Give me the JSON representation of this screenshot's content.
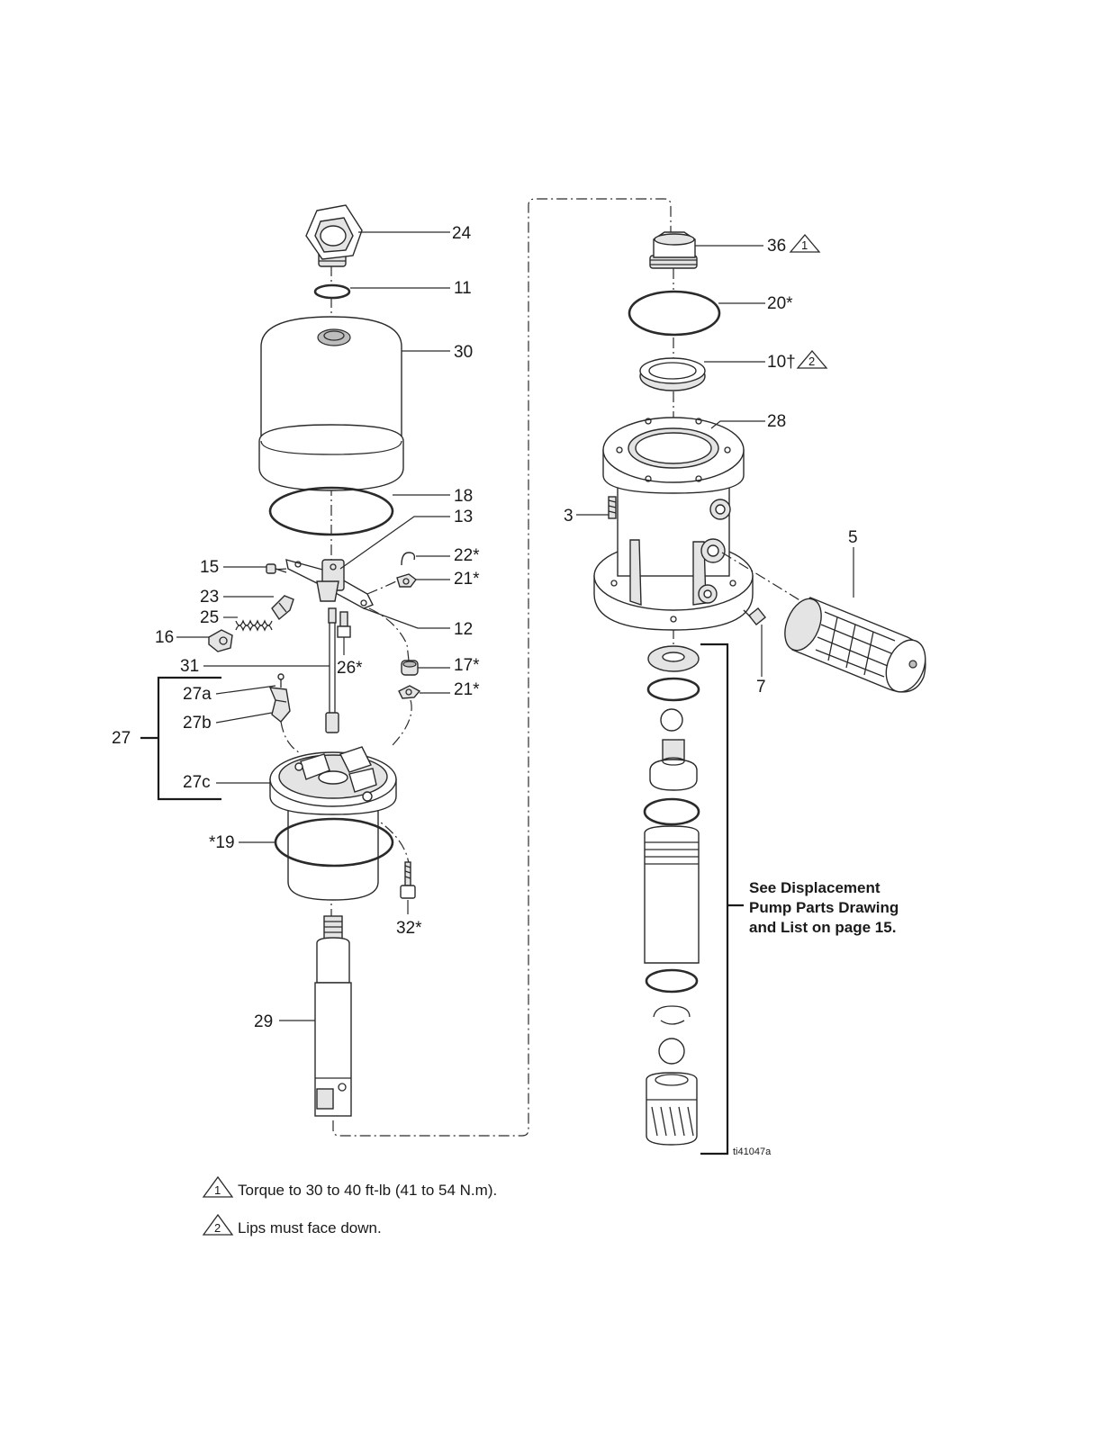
{
  "diagram": {
    "callouts": {
      "p24": "24",
      "p11": "11",
      "p30": "30",
      "p18": "18",
      "p13": "13",
      "p15": "15",
      "p22": "22*",
      "p21a": "21*",
      "p23": "23",
      "p25": "25",
      "p16": "16",
      "p12": "12",
      "p31": "31",
      "p26": "26*",
      "p17": "17*",
      "p27a": "27a",
      "p21b": "21*",
      "p27b": "27b",
      "p27": "27",
      "p27c": "27c",
      "p19": "*19",
      "p32": "32*",
      "p29": "29",
      "p36": "36",
      "p20": "20*",
      "p10": "10†",
      "p28": "28",
      "p3": "3",
      "p5": "5",
      "p7": "7"
    },
    "note_symbols": {
      "n1": "1",
      "n2": "2"
    },
    "displacement_ref": {
      "line1": "See Displacement",
      "line2": "Pump Parts Drawing",
      "line3": "and List on page 15."
    },
    "figure_id": "ti41047a"
  },
  "notes": [
    {
      "symbol": "1",
      "text": "Torque to 30 to 40 ft-lb (41 to 54 N.m)."
    },
    {
      "symbol": "2",
      "text": "Lips must face down."
    }
  ]
}
